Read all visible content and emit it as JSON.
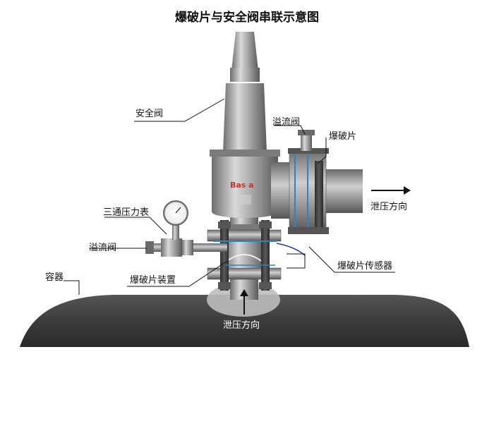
{
  "diagram": {
    "title": "爆破片与安全阀串联示意图",
    "brand_mark": "Bas  a",
    "labels": {
      "safety_valve": "安全阀",
      "overflow_valve_top": "溢流阀",
      "rupture_disc": "爆破片",
      "discharge_direction_right": "泄压方向",
      "three_way_gauge": "三通压力表",
      "overflow_valve_left": "溢流阀",
      "container": "容器",
      "rupture_disc_device": "爆破片装置",
      "rupture_disc_sensor": "爆破片传感器",
      "discharge_direction_bottom": "泄压方向"
    },
    "colors": {
      "metal_dark": "#4a4a4a",
      "metal_mid": "#8a8a8a",
      "metal_light": "#c8c8c8",
      "brand_red": "#c0392b",
      "sensor_blue": "#2e86c1",
      "leader": "#111111"
    }
  }
}
